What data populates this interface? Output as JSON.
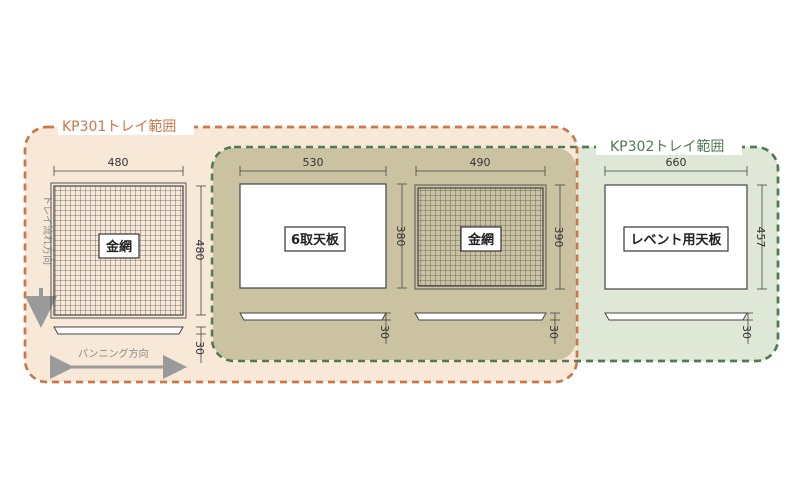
{
  "colors": {
    "kp301_stroke": "#c8784a",
    "kp301_fill": "#f8e8d8",
    "kp302_stroke": "#4f7a52",
    "kp302_fill": "#dfe7d7",
    "overlap_fill": "#cbc2a2",
    "arrow_gray": "#9a9a9a",
    "line": "#444444"
  },
  "regions": {
    "kp301": {
      "label": "KP301トレイ範囲"
    },
    "kp302": {
      "label": "KP302トレイ範囲"
    }
  },
  "flow_direction_label": "トレイ流れ方向",
  "punching_direction_label": "パンニング方向",
  "trays": [
    {
      "id": "tray1",
      "type": "mesh",
      "label": "金網",
      "width": "480",
      "height": "480",
      "depth": "30",
      "icon": "wire-mesh-icon"
    },
    {
      "id": "tray2",
      "type": "plate",
      "label": "6取天板",
      "width": "530",
      "height": "380",
      "depth": "30"
    },
    {
      "id": "tray3",
      "type": "mesh",
      "label": "金網",
      "width": "490",
      "height": "390",
      "depth": "30",
      "icon": "wire-mesh-icon"
    },
    {
      "id": "tray4",
      "type": "plate",
      "label": "レベント用天板",
      "width": "660",
      "height": "457",
      "depth": "30"
    }
  ]
}
